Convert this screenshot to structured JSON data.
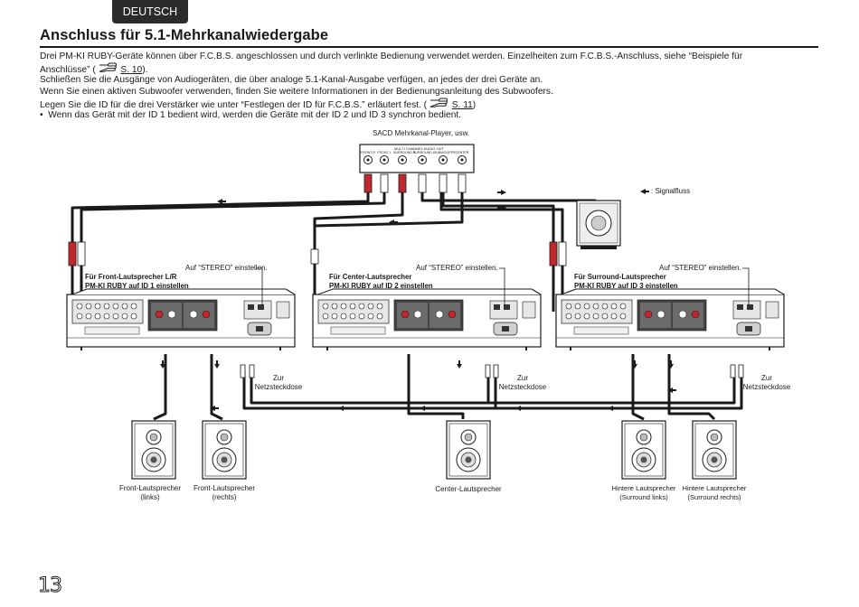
{
  "header": {
    "language_tab": "DEUTSCH"
  },
  "title": "Anschluss für 5.1-Mehrkanalwiedergabe",
  "intro": {
    "line1": "Drei PM-KI RUBY-Geräte können über F.C.B.S. angeschlossen und durch verlinkte Bedienung verwendet werden. Einzelheiten zum F.C.B.S.-Anschluss, siehe “Beispiele für",
    "line2_pre": "Anschlüsse” (",
    "line2_ref": "S. 10",
    "line2_post": ").",
    "line3": "Schließen Sie die Ausgänge von Audiogeräten, die über analoge 5.1-Kanal-Ausgabe verfügen, an jedes der drei Geräte an.",
    "line4": "Wenn Sie einen aktiven Subwoofer verwenden, finden Sie weitere Informationen in der Bedienungsanleitung des Subwoofers.",
    "line5_pre": "Legen Sie die ID für die drei Verstärker wie unter “Festlegen der ID für F.C.B.S.” erläutert fest. (",
    "line5_ref": "S. 11",
    "line5_post": ")",
    "bullet": "Wenn das Gerät mit der ID 1 bedient wird, werden die Geräte mit der ID 2 und ID 3 synchron bedient.",
    "ref_icon": "hand-pointer-icon"
  },
  "diagram": {
    "player_label": "SACD Mehrkanal-Player, usw.",
    "player_panel_label": "MULTI CHANNEL AUDIO OUT",
    "player_jacks": [
      "FRONT R",
      "FRONT L",
      "SURROUND R",
      "SURROUND L",
      "SUBWOOFER",
      "CENTER"
    ],
    "signal_legend": ": Signalfluss",
    "amps": [
      {
        "stereo_note": "Auf “STEREO” einstellen.",
        "role": "Für Front-Lautsprecher L/R",
        "id_text": "PM-KI RUBY auf ID 1 einstellen",
        "power": "Zur\nNetzsteckdose"
      },
      {
        "stereo_note": "Auf “STEREO” einstellen.",
        "role": "Für Center-Lautsprecher",
        "id_text": "PM-KI RUBY auf ID 2 einstellen",
        "power": "Zur\nNetzsteckdose"
      },
      {
        "stereo_note": "Auf “STEREO” einstellen.",
        "role": "Für Surround-Lautsprecher",
        "id_text": "PM-KI RUBY auf ID 3 einstellen",
        "power": "Zur\nNetzsteckdose"
      }
    ],
    "speakers": [
      {
        "label1": "Front-Lautsprecher",
        "label2": "(links)"
      },
      {
        "label1": "Front-Lautsprecher",
        "label2": "(rechts)"
      },
      {
        "label1": "Center-Lautsprecher",
        "label2": ""
      },
      {
        "label1": "Hintere Lautsprecher",
        "label2": "(Surround links)"
      },
      {
        "label1": "Hintere Lautsprecher",
        "label2": "(Surround rechts)"
      }
    ]
  },
  "page_number": "13",
  "colors": {
    "ink": "#1a1a1a",
    "tab_bg": "#2b2b2b",
    "red_plug": "#c0282d",
    "panel_grey": "#d9d9d9"
  }
}
